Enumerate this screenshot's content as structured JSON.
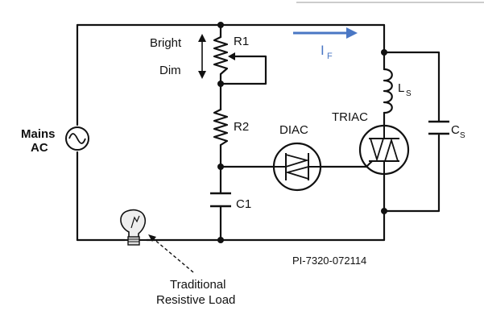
{
  "diagram": {
    "labels": {
      "bright": "Bright",
      "dim": "Dim",
      "r1": "R1",
      "r2": "R2",
      "c1": "C1",
      "diac": "DIAC",
      "triac": "TRIAC",
      "ls_main": "L",
      "ls_sub": "S",
      "cs_main": "C",
      "cs_sub": "S",
      "current_main": "I",
      "current_sub": "F",
      "mains_line1": "Mains",
      "mains_line2": "AC",
      "load_line1": "Traditional",
      "load_line2": "Resistive Load",
      "part_number": "PI-7320-072114"
    },
    "colors": {
      "wire": "#111111",
      "current_arrow": "#4a77c4",
      "background": "#ffffff"
    },
    "icons": {
      "source": "ac-source-icon",
      "lamp": "light-bulb-icon",
      "diac": "diac-icon",
      "triac": "triac-icon"
    }
  }
}
